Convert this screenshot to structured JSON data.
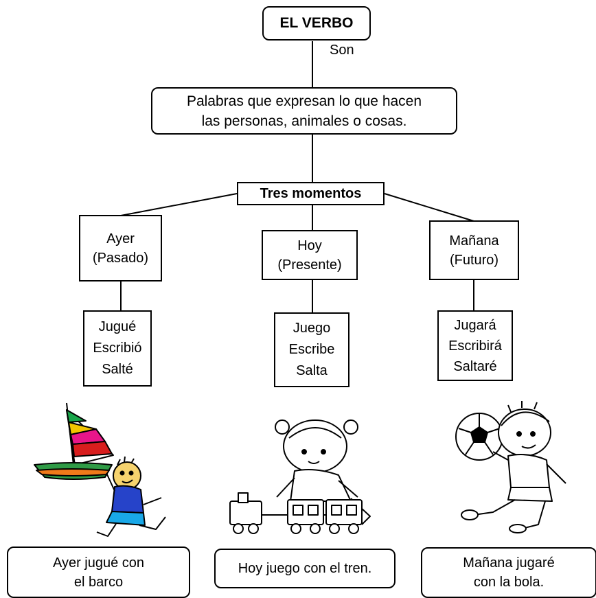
{
  "title": "EL VERBO",
  "connector": "Son",
  "definition": {
    "line1": "Palabras que expresan lo que hacen",
    "line2": "las personas, animales o cosas."
  },
  "moments_title": "Tres momentos",
  "moments": [
    {
      "name": "Ayer",
      "tense": "(Pasado)",
      "verbs": [
        "Jugué",
        "Escribió",
        "Salté"
      ],
      "example": [
        "Ayer jugué con",
        "el barco"
      ],
      "illustration": "boy-with-sailboat"
    },
    {
      "name": "Hoy",
      "tense": "(Presente)",
      "verbs": [
        "Juego",
        "Escribe",
        "Salta"
      ],
      "example": [
        "Hoy juego con el tren."
      ],
      "illustration": "girl-with-toy-train"
    },
    {
      "name": "Mañana",
      "tense": "(Futuro)",
      "verbs": [
        "Jugará",
        "Escribirá",
        "Saltaré"
      ],
      "example": [
        "Mañana jugaré",
        "con la bola."
      ],
      "illustration": "boy-with-ball"
    }
  ]
}
